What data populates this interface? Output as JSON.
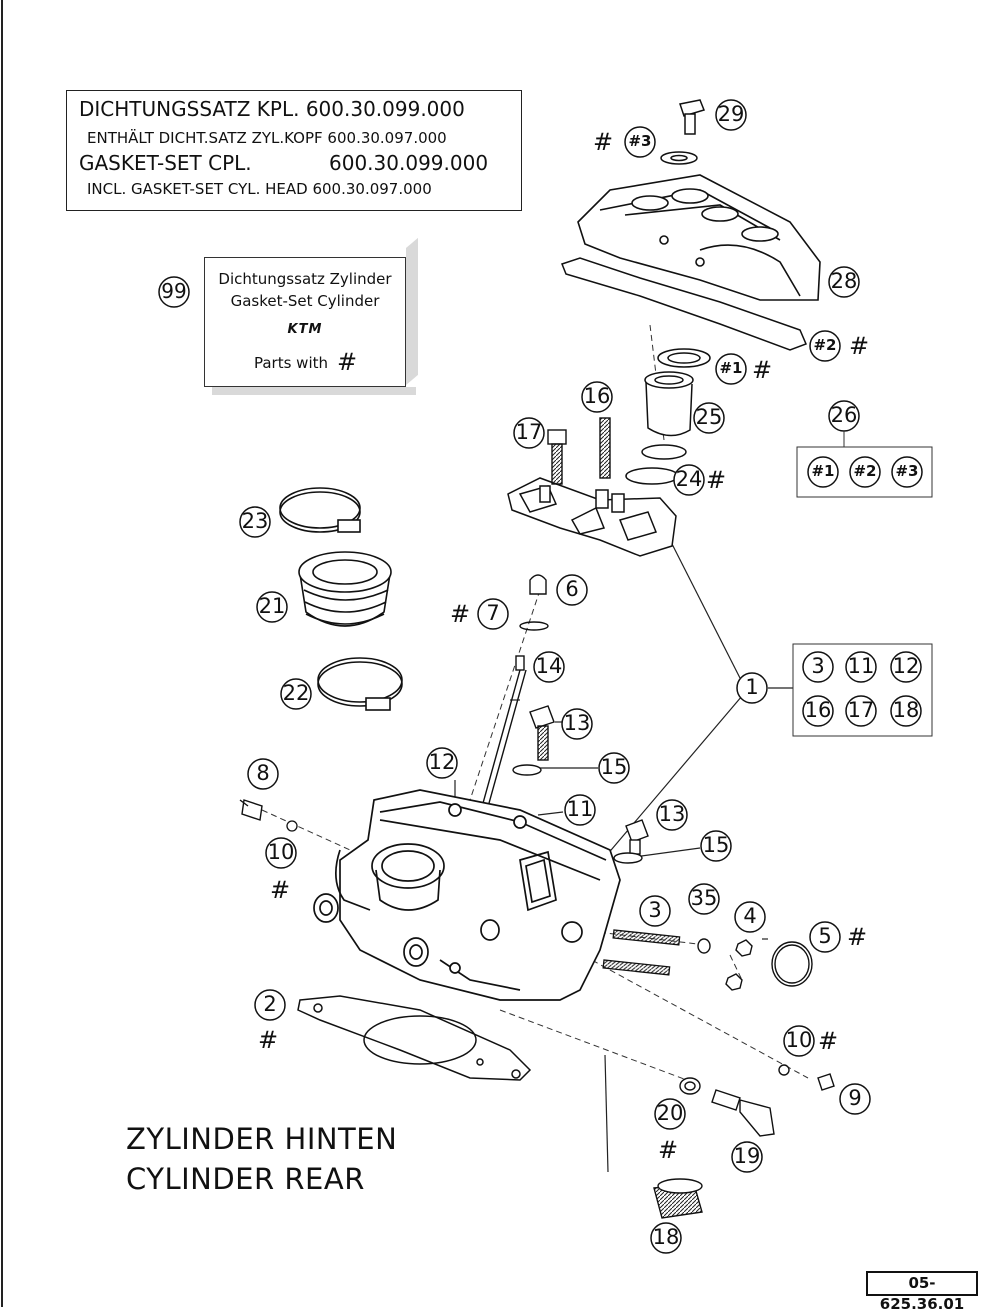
{
  "gasket_set_box": {
    "line1": "DICHTUNGSSATZ KPL. 600.30.099.000",
    "line2": "ENTHÄLT DICHT.SATZ ZYL.KOPF 600.30.097.000",
    "line3_name": "GASKET-SET CPL.",
    "line3_code": "600.30.099.000",
    "line4": "INCL. GASKET-SET CYL. HEAD 600.30.097.000"
  },
  "kit_box": {
    "callout": "99",
    "line1": "Dichtungssatz Zylinder",
    "line2": "Gasket-Set Cylinder",
    "logo": "KTM",
    "line3": "Parts with",
    "hash": "#"
  },
  "callouts": [
    {
      "id": "c29",
      "num": "29"
    },
    {
      "id": "c28",
      "num": "28"
    },
    {
      "id": "c3b",
      "num": "#3"
    },
    {
      "id": "c2b",
      "num": "#2"
    },
    {
      "id": "c1b",
      "num": "#1"
    },
    {
      "id": "c25",
      "num": "25"
    },
    {
      "id": "c16",
      "num": "16"
    },
    {
      "id": "c17",
      "num": "17"
    },
    {
      "id": "c24",
      "num": "24"
    },
    {
      "id": "c26",
      "num": "26"
    },
    {
      "id": "c26a",
      "num": "#1"
    },
    {
      "id": "c26b",
      "num": "#2"
    },
    {
      "id": "c26c",
      "num": "#3"
    },
    {
      "id": "c23",
      "num": "23"
    },
    {
      "id": "c21",
      "num": "21"
    },
    {
      "id": "c22",
      "num": "22"
    },
    {
      "id": "c6",
      "num": "6"
    },
    {
      "id": "c7",
      "num": "7"
    },
    {
      "id": "c14",
      "num": "14"
    },
    {
      "id": "c13a",
      "num": "13"
    },
    {
      "id": "c1",
      "num": "1"
    },
    {
      "id": "g3",
      "num": "3"
    },
    {
      "id": "g11",
      "num": "11"
    },
    {
      "id": "g12",
      "num": "12"
    },
    {
      "id": "g16",
      "num": "16"
    },
    {
      "id": "g17",
      "num": "17"
    },
    {
      "id": "g18",
      "num": "18"
    },
    {
      "id": "c8",
      "num": "8"
    },
    {
      "id": "c12",
      "num": "12"
    },
    {
      "id": "c15a",
      "num": "15"
    },
    {
      "id": "c11",
      "num": "11"
    },
    {
      "id": "c10a",
      "num": "10"
    },
    {
      "id": "c13b",
      "num": "13"
    },
    {
      "id": "c15b",
      "num": "15"
    },
    {
      "id": "c3",
      "num": "3"
    },
    {
      "id": "c35",
      "num": "35"
    },
    {
      "id": "c4",
      "num": "4"
    },
    {
      "id": "c5",
      "num": "5"
    },
    {
      "id": "c2",
      "num": "2"
    },
    {
      "id": "c10b",
      "num": "10"
    },
    {
      "id": "c9",
      "num": "9"
    },
    {
      "id": "c20",
      "num": "20"
    },
    {
      "id": "c19",
      "num": "19"
    },
    {
      "id": "c18",
      "num": "18"
    }
  ],
  "hash_marks": [
    "#",
    "#",
    "#",
    "#",
    "#",
    "#",
    "#",
    "#",
    "#",
    "#",
    "#",
    "#"
  ],
  "title": {
    "line1": "ZYLINDER HINTEN",
    "line2": "CYLINDER REAR"
  },
  "drawing_number": "05-625.36.01"
}
